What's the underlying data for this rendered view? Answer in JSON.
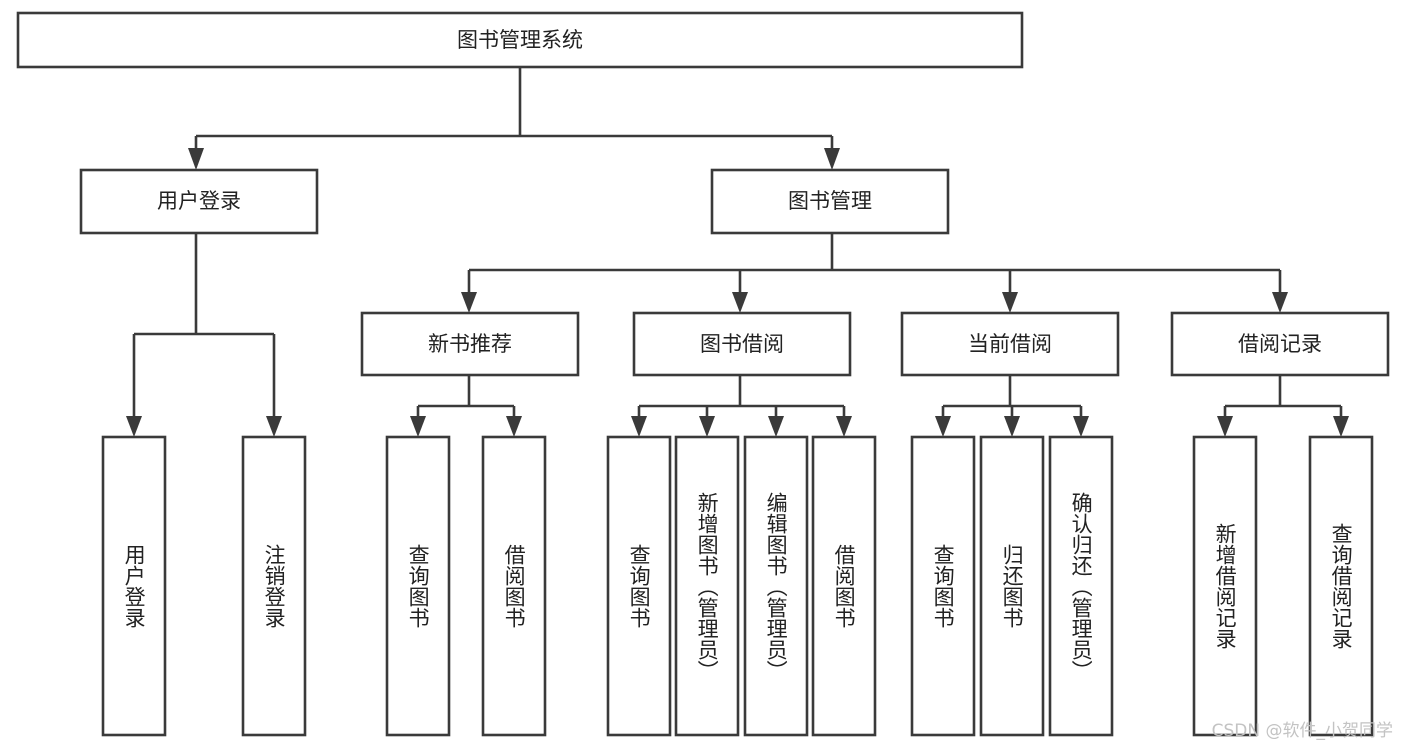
{
  "diagram": {
    "type": "tree",
    "title": "图书管理系统",
    "orientation": "top-down",
    "colors": {
      "box_stroke": "#3a3a3a",
      "box_fill": "#ffffff",
      "text": "#222222",
      "connector": "#3a3a3a",
      "background": "#ffffff",
      "watermark": "#c3c3c3"
    },
    "root": {
      "label": "图书管理系统"
    },
    "level1": [
      {
        "label": "用户登录"
      },
      {
        "label": "图书管理"
      }
    ],
    "level2": [
      {
        "label": "新书推荐"
      },
      {
        "label": "图书借阅"
      },
      {
        "label": "当前借阅"
      },
      {
        "label": "借阅记录"
      }
    ],
    "leaves": {
      "user_login": [
        {
          "label": "用户登录"
        },
        {
          "label": "注销登录"
        }
      ],
      "new_book_recommend": [
        {
          "label": "查询图书"
        },
        {
          "label": "借阅图书"
        }
      ],
      "book_borrow": [
        {
          "label": "查询图书"
        },
        {
          "label": "新增图书（管理员）"
        },
        {
          "label": "编辑图书（管理员）"
        },
        {
          "label": "借阅图书"
        }
      ],
      "current_borrow": [
        {
          "label": "查询图书"
        },
        {
          "label": "归还图书"
        },
        {
          "label": "确认归还（管理员）"
        }
      ],
      "borrow_record": [
        {
          "label": "新增借阅记录"
        },
        {
          "label": "查询借阅记录"
        }
      ]
    }
  },
  "watermark": {
    "text": "CSDN @软件_小贺同学"
  }
}
